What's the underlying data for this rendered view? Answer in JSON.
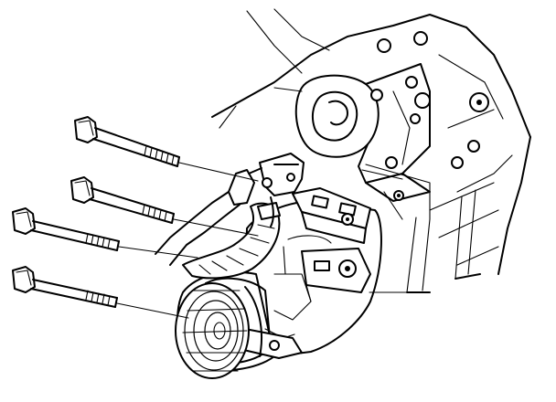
{
  "figure": {
    "illustration": "ac-compressor-mounting-exploded-view",
    "style": "black line art on white",
    "colors": {
      "line": "#000000",
      "background": "#ffffff"
    },
    "parts": [
      "engine-block",
      "compressor-mounting-bracket",
      "ac-compressor",
      "compressor-clutch-pulley",
      "refrigerant-hose-manifold",
      "mounting-bolt-1",
      "mounting-bolt-2",
      "mounting-bolt-3",
      "mounting-bolt-4"
    ],
    "bolt_count": 4
  }
}
